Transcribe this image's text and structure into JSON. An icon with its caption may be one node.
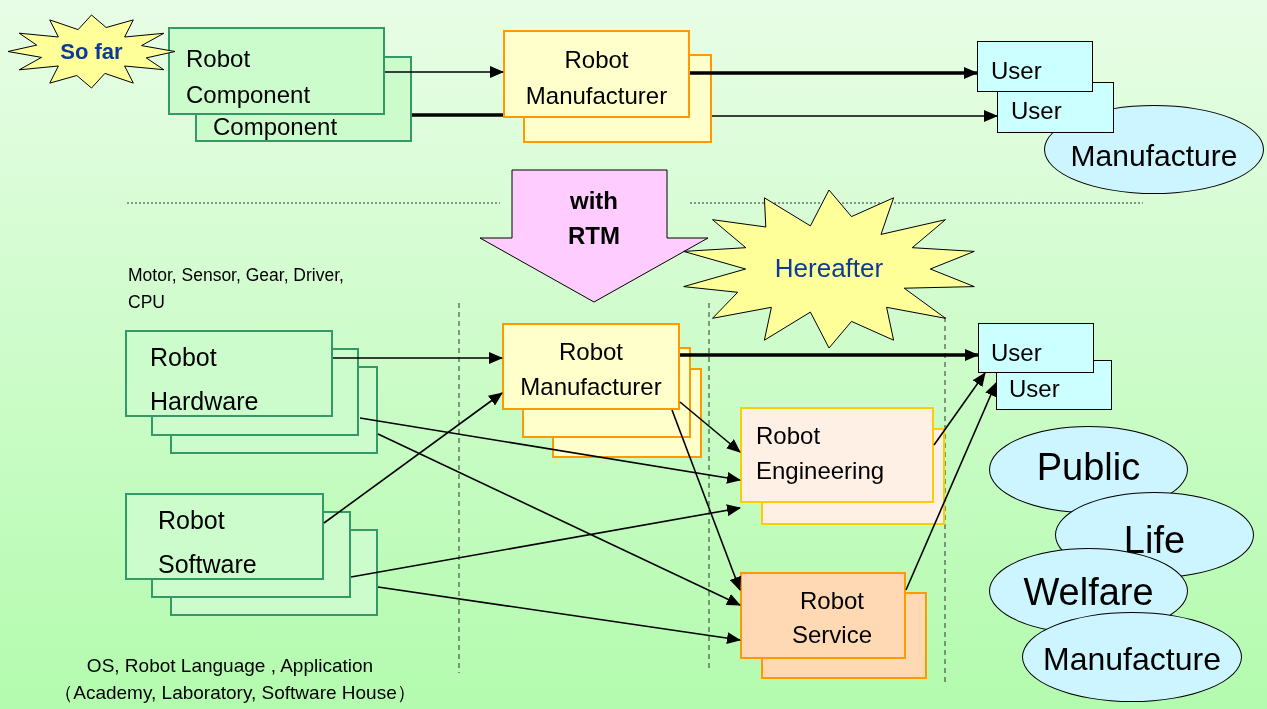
{
  "diagram": {
    "nodes": [
      {
        "text": [
          "So far"
        ]
      },
      {
        "text": [
          "Robot Component",
          "Component"
        ]
      },
      {
        "text": [
          "Robot Manufacturer"
        ]
      },
      {
        "text": [
          "User",
          "User"
        ]
      },
      {
        "text": [
          "Manufacture"
        ]
      },
      {
        "text": [
          "with RTM"
        ]
      },
      {
        "text": [
          "Hereafter"
        ]
      },
      {
        "text": [
          "Robot Hardware"
        ]
      },
      {
        "text": [
          "Robot Software"
        ]
      },
      {
        "text": [
          "Robot Manufacturer"
        ]
      },
      {
        "text": [
          "Robot Engineering"
        ]
      },
      {
        "text": [
          "Robot Service"
        ]
      },
      {
        "text": [
          "User",
          "User"
        ]
      },
      {
        "text": [
          "Public"
        ]
      },
      {
        "text": [
          "Life"
        ]
      },
      {
        "text": [
          "Welfare"
        ]
      },
      {
        "text": [
          "Manufacture"
        ]
      }
    ],
    "edges": [
      {
        "from": 1,
        "to": 2,
        "arrow": "to"
      },
      {
        "from": 1,
        "to": 2,
        "arrow": "none",
        "style": "thick"
      },
      {
        "from": 2,
        "to": 3,
        "arrow": "to",
        "style": "thick"
      },
      {
        "from": 2,
        "to": 3,
        "arrow": "to"
      },
      {
        "from": 7,
        "to": 9,
        "arrow": "to"
      },
      {
        "from": 7,
        "to": 10,
        "arrow": "to"
      },
      {
        "from": 7,
        "to": 11,
        "arrow": "to"
      },
      {
        "from": 8,
        "to": 9,
        "arrow": "to"
      },
      {
        "from": 8,
        "to": 10,
        "arrow": "to"
      },
      {
        "from": 8,
        "to": 11,
        "arrow": "to"
      },
      {
        "from": 9,
        "to": 12,
        "arrow": "to",
        "style": "thick"
      },
      {
        "from": 9,
        "to": 10,
        "arrow": "to"
      },
      {
        "from": 9,
        "to": 11,
        "arrow": "to"
      },
      {
        "from": 10,
        "to": 12,
        "arrow": "to"
      },
      {
        "from": 11,
        "to": 12,
        "arrow": "to"
      }
    ],
    "labels": [
      "Motor, Sensor, Gear, Driver, CPU",
      "OS, Robot Language , Application",
      "（Academy, Laboratory, Software House）"
    ]
  }
}
